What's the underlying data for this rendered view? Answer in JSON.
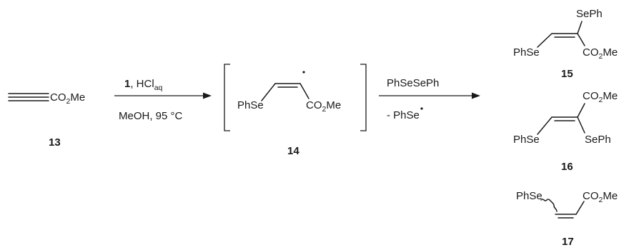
{
  "compounds": {
    "c13": {
      "number": "13",
      "substituent": {
        "main": "CO",
        "sub": "2",
        "tail": "Me"
      }
    },
    "c14": {
      "number": "14",
      "left": "PhSe",
      "right": {
        "main": "CO",
        "sub": "2",
        "tail": "Me"
      }
    },
    "c15": {
      "number": "15",
      "top": "SePh",
      "left": "PhSe",
      "right": {
        "main": "CO",
        "sub": "2",
        "tail": "Me"
      }
    },
    "c16": {
      "number": "16",
      "top": {
        "main": "CO",
        "sub": "2",
        "tail": "Me"
      },
      "left": "PhSe",
      "right": "SePh"
    },
    "c17": {
      "number": "17",
      "left": "PhSe",
      "right": {
        "main": "CO",
        "sub": "2",
        "tail": "Me"
      }
    }
  },
  "step1": {
    "reagent_bold": "1",
    "reagent_text": ", HCl",
    "reagent_sub": "aq",
    "conditions": "MeOH, 95 °C"
  },
  "step2": {
    "reagent": "PhSeSePh",
    "byproduct": "- PhSe"
  }
}
